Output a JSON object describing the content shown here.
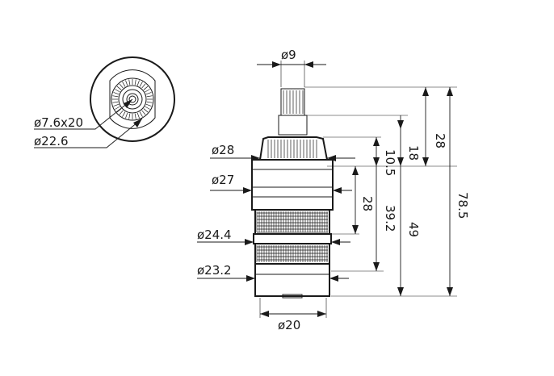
{
  "top_view": {
    "inner_label": "ø7.6x20",
    "outer_label": "ø22.6"
  },
  "side_view": {
    "diameters": {
      "spline": "ø9",
      "nut": "ø28",
      "body_upper": "ø27",
      "seal_ring": "ø24.4",
      "lower_body": "ø23.2",
      "bottom": "ø20"
    },
    "heights": {
      "spline_height": "28",
      "spline_to_nut": "18",
      "nut_height": "10.5",
      "body_upper": "28",
      "body_mid": "39.2",
      "body_total": "49",
      "overall": "78.5"
    }
  }
}
